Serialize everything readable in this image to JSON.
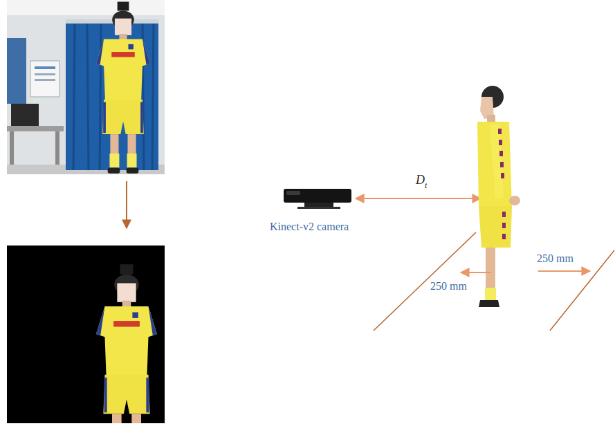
{
  "diagram": {
    "labels": [
      "Kinect-v2 camera",
      "D",
      "t",
      "250 mm",
      "250 mm"
    ]
  }
}
